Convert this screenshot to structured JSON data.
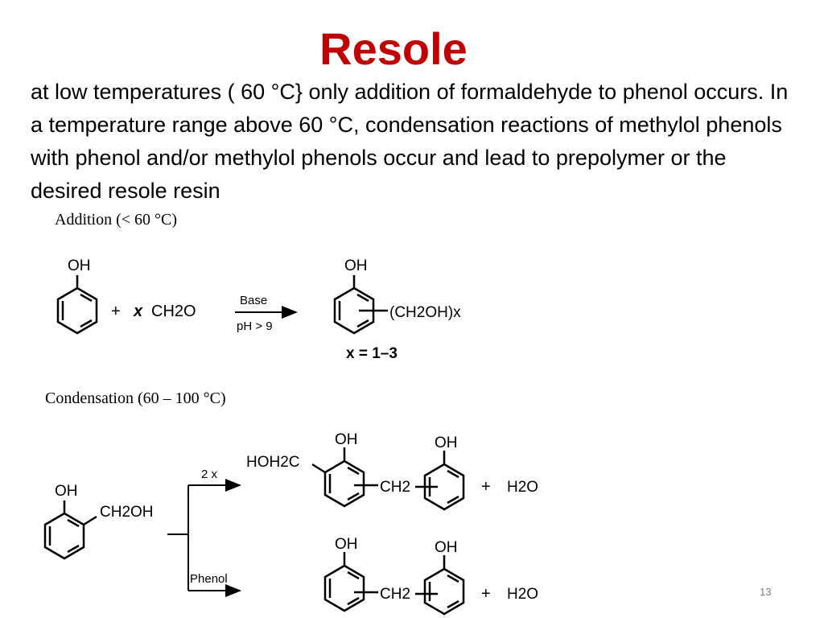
{
  "slide": {
    "title": "Resole",
    "body": "at low temperatures ( 60 °C} only addition of formaldehyde to phenol occurs. In a temperature range above 60 °C, condensation reactions of methylol phenols with phenol and/or methylol phenols occur and lead to prepolymer or the desired resole resin",
    "page_number": "13"
  },
  "scheme": {
    "addition": {
      "heading": "Addition (< 60 °C)",
      "reactant_oh": "OH",
      "plus": "+",
      "reagent_x": "x",
      "reagent_ch2o": "CH2O",
      "arrow_top": "Base",
      "arrow_bottom": "pH > 9",
      "product_oh": "OH",
      "product_group": "(CH2OH)x",
      "x_range": "x = 1–3"
    },
    "condensation": {
      "heading": "Condensation (60 – 100 °C)",
      "reactant_oh": "OH",
      "reactant_group": "CH2OH",
      "branch_top_label": "2 x",
      "branch_bottom_label": "Phenol",
      "product1_left_group": "HOH2C",
      "product1_oh_left": "OH",
      "product1_oh_right": "OH",
      "product1_bridge": "CH2",
      "product1_byproduct": "H2O",
      "product2_oh_left": "OH",
      "product2_oh_right": "OH",
      "product2_bridge": "CH2",
      "product2_byproduct": "H2O",
      "plus": "+"
    }
  }
}
